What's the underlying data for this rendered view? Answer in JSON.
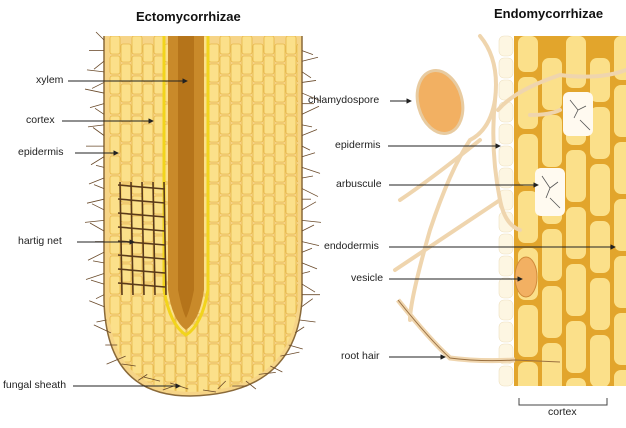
{
  "titles": {
    "ecto": "Ectomycorrhizae",
    "endo": "Endomycorrhizae"
  },
  "ecto_labels": {
    "xylem": "xylem",
    "cortex": "cortex",
    "epidermis": "epidermis",
    "hartig_net": "hartig net",
    "fungal_sheath": "fungal sheath"
  },
  "endo_labels": {
    "chlamydospore": "chlamydospore",
    "epidermis": "epidermis",
    "arbuscule": "arbuscule",
    "endodermis": "endodermis",
    "vesicle": "vesicle",
    "root_hair": "root hair",
    "cortex": "cortex"
  },
  "colors": {
    "cell": "#fbe08a",
    "wall": "#e0a830",
    "xylem": "#c98a2a",
    "fungus": "#f0d9b8",
    "hypha": "#7a5530",
    "spore": "#f2b062"
  }
}
